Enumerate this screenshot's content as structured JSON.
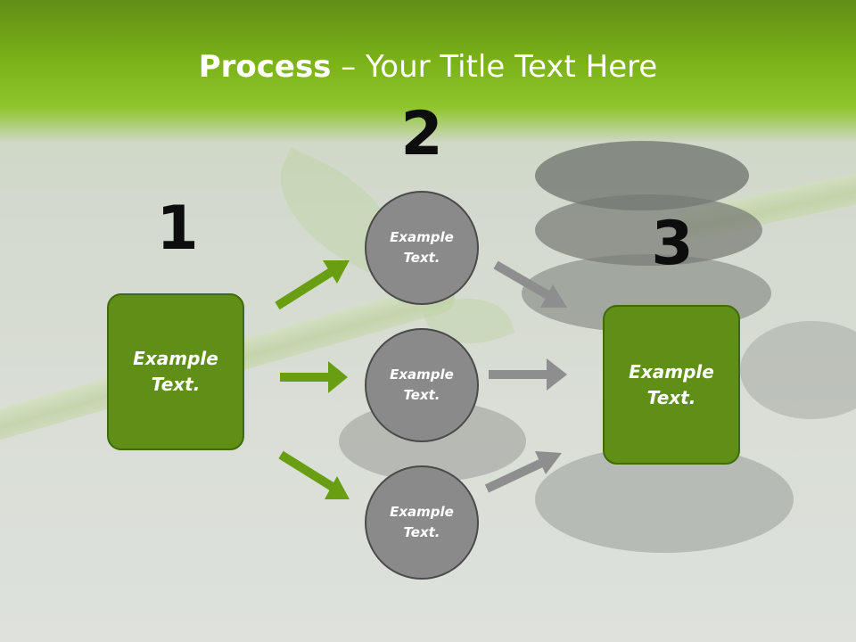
{
  "slide": {
    "title_bold": "Process",
    "title_rest": " – Your Title Text Here"
  },
  "steps": [
    {
      "number": "1",
      "label": "Example\nText."
    },
    {
      "number": "2",
      "label": "Example\nText."
    },
    {
      "number": "3",
      "label": "Example\nText."
    }
  ],
  "circles": [
    {
      "label": "Example\nText."
    },
    {
      "label": "Example\nText."
    },
    {
      "label": "Example\nText."
    }
  ],
  "colors": {
    "box_fill": "#5f8f16",
    "circle_fill": "#8a8a8a",
    "green_arrow": "#6a9e12",
    "gray_arrow": "#8e8e8e"
  }
}
